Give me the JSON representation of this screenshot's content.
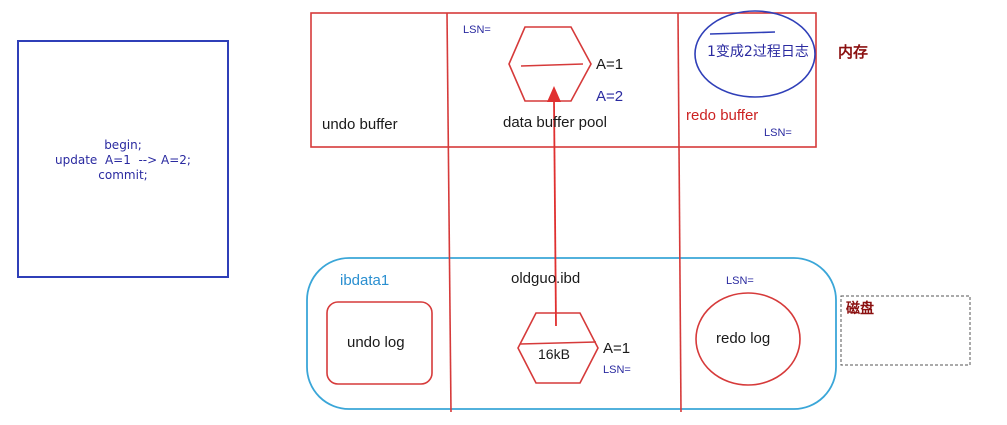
{
  "sql": {
    "lines": [
      "begin;",
      "update  A=1  --> A=2;",
      "commit;"
    ]
  },
  "memory": {
    "label": "内存",
    "undo_buffer": "undo buffer",
    "data_buffer_pool": "data buffer pool",
    "redo_buffer": "redo buffer",
    "lsn_pool": "LSN=",
    "lsn_redo": "LSN=",
    "page_old_value": "A=1",
    "page_new_value": "A=2",
    "redo_note": "1变成2过程日志"
  },
  "disk": {
    "label": "磁盘",
    "ibdata": "ibdata1",
    "undo_log": "undo log",
    "ibd_file": "oldguo.ibd",
    "page_size": "16kB",
    "page_value": "A=1",
    "lsn_page": "LSN=",
    "lsn_redo_log": "LSN=",
    "redo_log": "redo log"
  },
  "colors": {
    "memory_border": "#d63a3a",
    "disk_border": "#3aa6d8",
    "sql_border": "#2f3fb8",
    "arrow": "#e03030"
  }
}
